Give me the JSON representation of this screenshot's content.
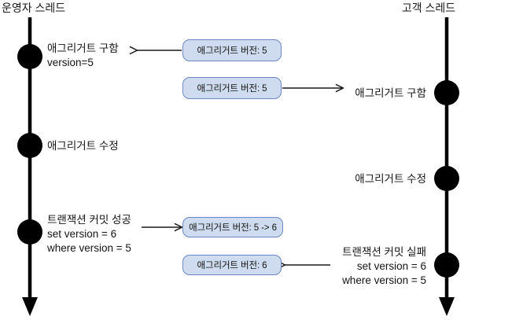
{
  "diagram": {
    "title_left": "운영자 스레드",
    "title_right": "고객 스레드",
    "colors": {
      "lifeline": "#000000",
      "node": "#000000",
      "message_box_fill": "#cfdcf0",
      "message_box_border": "#6b87c4",
      "arrow": "#1a1a1a",
      "background": "#ffffff",
      "text": "#141414"
    }
  },
  "left_thread": {
    "name": "운영자 스레드",
    "events": [
      {
        "line1": "애그리거트 구함",
        "line2": "version=5",
        "line3": ""
      },
      {
        "line1": "애그리거트 수정",
        "line2": "",
        "line3": ""
      },
      {
        "line1": "트랜잭션 커밋 성공",
        "line2": "set version = 6",
        "line3": "where version = 5"
      }
    ]
  },
  "right_thread": {
    "name": "고객 스레드",
    "events": [
      {
        "line1": "애그리거트 구함",
        "line2": "",
        "line3": ""
      },
      {
        "line1": "애그리거트 수정",
        "line2": "",
        "line3": ""
      },
      {
        "line1": "트랜잭션 커밋 실패",
        "line2": "set version = 6",
        "line3": "where version = 5"
      }
    ]
  },
  "messages": [
    {
      "id": "msg-1",
      "label": "애그리거트 버전: 5",
      "direction": "to-left"
    },
    {
      "id": "msg-2",
      "label": "애그리거트 버전: 5",
      "direction": "to-right"
    },
    {
      "id": "msg-3",
      "label": "애그리거트 버전: 5 -> 6",
      "direction": "to-right"
    },
    {
      "id": "msg-4",
      "label": "애그리거트 버전: 6",
      "direction": "to-left"
    }
  ]
}
